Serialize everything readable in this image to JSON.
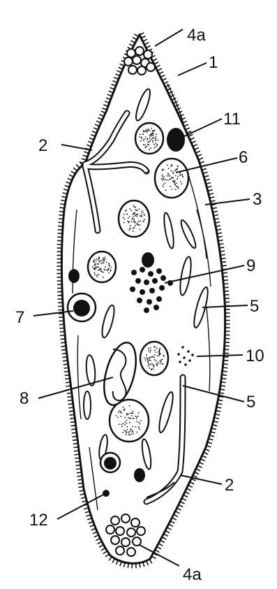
{
  "colors": {
    "ink": "#111111",
    "paper": "#ffffff",
    "granule": "#ffffff"
  },
  "labels": [
    {
      "id": "4a-top",
      "text": "4a"
    },
    {
      "id": "1",
      "text": "1"
    },
    {
      "id": "11",
      "text": "11"
    },
    {
      "id": "2-left",
      "text": "2"
    },
    {
      "id": "6",
      "text": "6"
    },
    {
      "id": "3",
      "text": "3"
    },
    {
      "id": "9",
      "text": "9"
    },
    {
      "id": "5-upper",
      "text": "5"
    },
    {
      "id": "7",
      "text": "7"
    },
    {
      "id": "10",
      "text": "10"
    },
    {
      "id": "8",
      "text": "8"
    },
    {
      "id": "5-lower",
      "text": "5"
    },
    {
      "id": "2-right",
      "text": "2"
    },
    {
      "id": "12",
      "text": "12"
    },
    {
      "id": "4a-bottom",
      "text": "4a"
    }
  ]
}
